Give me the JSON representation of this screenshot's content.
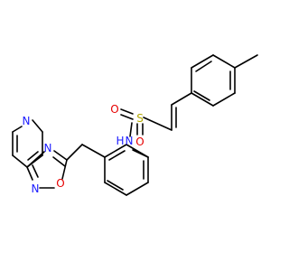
{
  "colors": {
    "carbon_bond": "#000000",
    "nitrogen": "#1a1aff",
    "oxygen": "#e60000",
    "sulfur": "#b3a800"
  },
  "atoms": {
    "sulfur": "S",
    "sulfonyl_o_left": "O",
    "sulfonyl_o_bottom": "O",
    "amide_n": "N",
    "amide_h": "H",
    "oxadiazole_n_top": "N",
    "oxadiazole_n_bottom": "N",
    "oxadiazole_o": "O",
    "pyridine_n": "N"
  }
}
